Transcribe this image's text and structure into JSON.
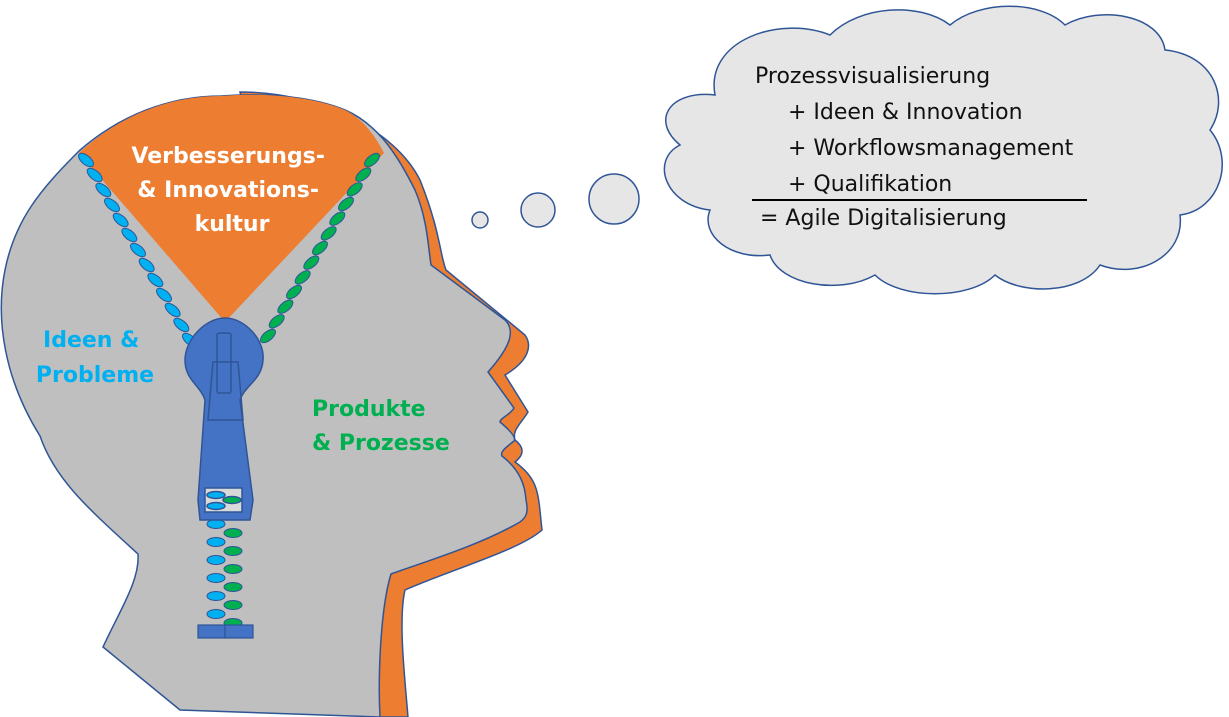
{
  "head": {
    "top_label": [
      "Verbesserungs-",
      "& Innovations-",
      "kultur"
    ],
    "left_label": [
      "Ideen &",
      "Probleme"
    ],
    "right_label": [
      "Produkte",
      "& Prozesse"
    ]
  },
  "cloud": {
    "lines": [
      "Prozessvisualisierung",
      "+ Ideen & Innovation",
      "+ Workflowsmanagement",
      "+ Qualifikation"
    ],
    "result": "= Agile Digitalisierung"
  },
  "colors": {
    "orange": "#ED7D31",
    "gray": "#BFBFBF",
    "blue": "#4472C4",
    "cyan": "#00B0F0",
    "green": "#00B050",
    "cloud": "#E7E6E6"
  }
}
